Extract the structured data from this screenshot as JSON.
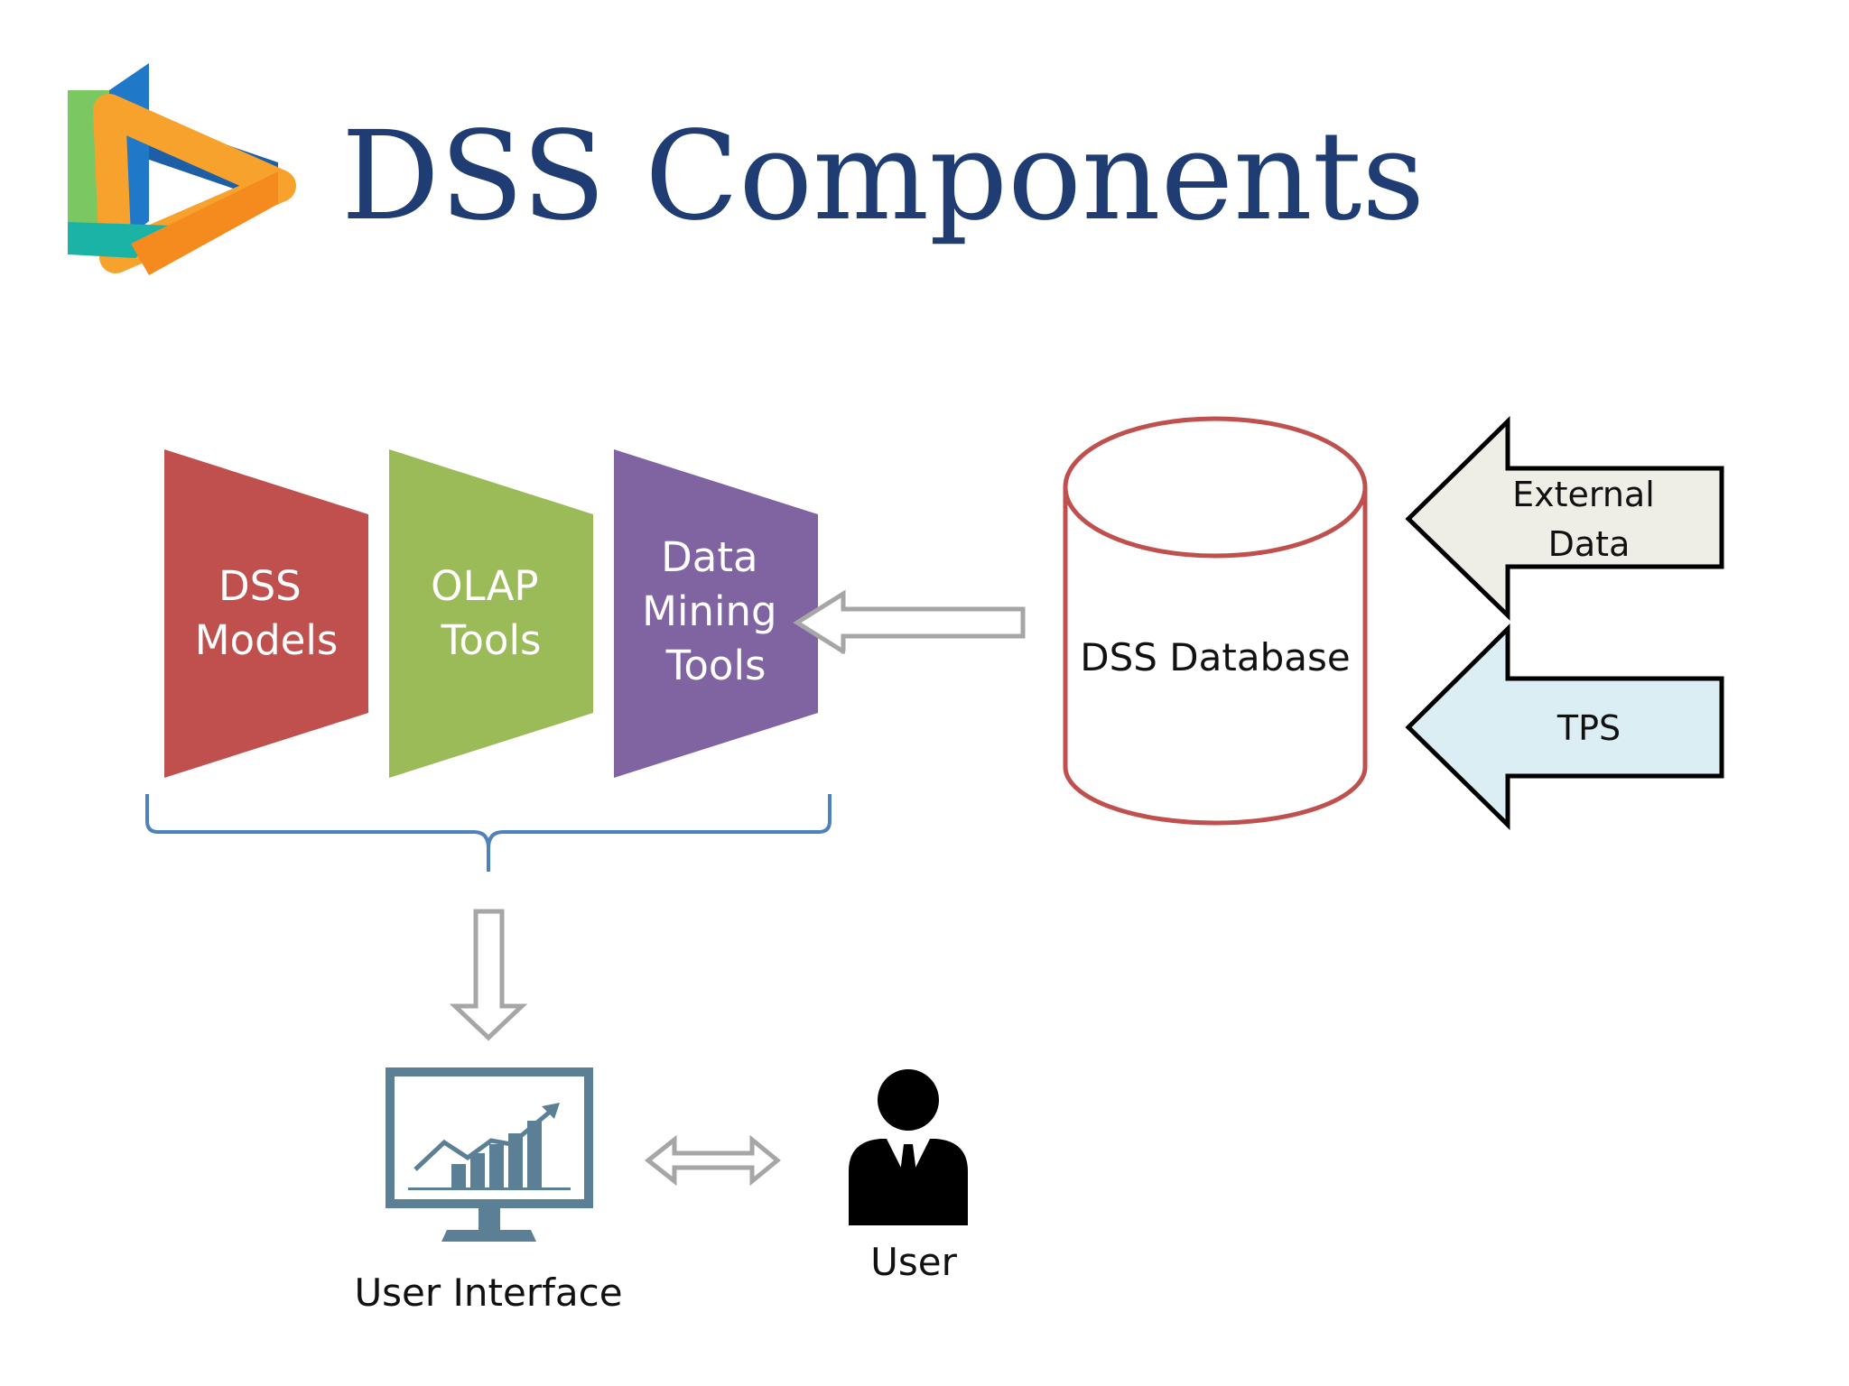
{
  "title": "DSS Components",
  "components": [
    {
      "lines": [
        "DSS",
        "Models"
      ],
      "color": "#c0504d"
    },
    {
      "lines": [
        "OLAP",
        "Tools"
      ],
      "color": "#9bbb59"
    },
    {
      "lines": [
        "Data",
        "Mining",
        "Tools"
      ],
      "color": "#8064a2"
    }
  ],
  "database": {
    "label": "DSS Database",
    "stroke": "#c0504d"
  },
  "sources": [
    {
      "lines": [
        "External",
        "Data"
      ],
      "fill": "#eeeee6"
    },
    {
      "lines": [
        "TPS"
      ],
      "fill": "#dbeef3"
    }
  ],
  "user_interface": {
    "label": "User Interface"
  },
  "user": {
    "label": "User"
  },
  "colors": {
    "title": "#1f3d73",
    "bracket": "#4f81bd",
    "connector_arrow": "#a6a6a6",
    "monitor": "#5b7f95"
  }
}
